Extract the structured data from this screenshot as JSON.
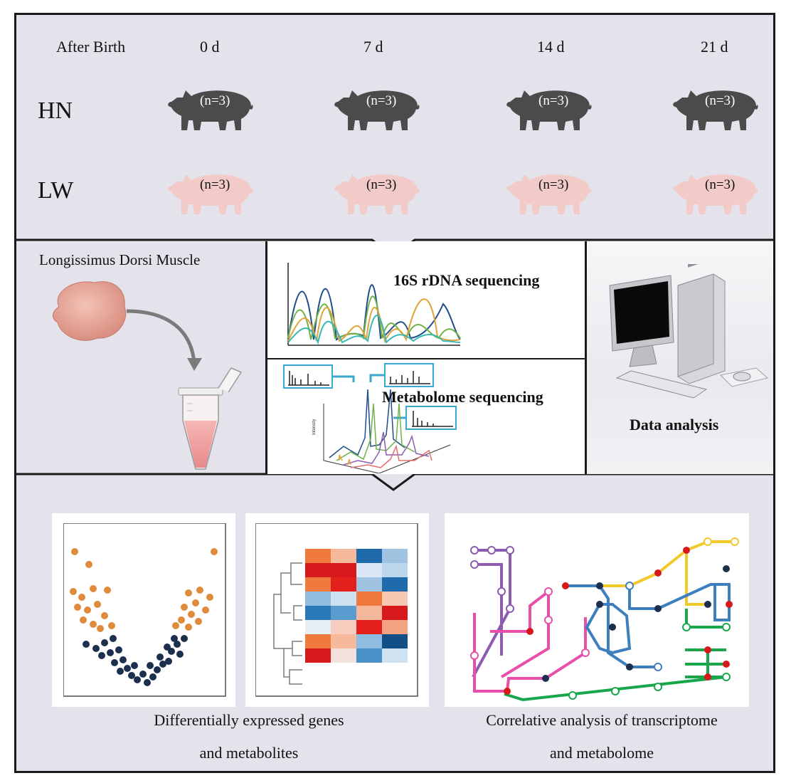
{
  "timeline": {
    "header_label": "After Birth",
    "days": [
      "0 d",
      "7 d",
      "14 d",
      "21 d"
    ]
  },
  "breeds": [
    {
      "name": "HN",
      "color": "#4d4a4b",
      "samples": [
        "(n=3)",
        "(n=3)",
        "(n=3)",
        "(n=3)"
      ]
    },
    {
      "name": "LW",
      "color": "#f2cbc8",
      "samples": [
        "(n=3)",
        "(n=3)",
        "(n=3)",
        "(n=3)"
      ]
    }
  ],
  "sampling": {
    "tissue_label": "Longissimus Dorsi Muscle"
  },
  "sequencing": {
    "rdna_label": "16S rDNA sequencing",
    "metabolome_label": "Metabolome sequencing",
    "axis_label": "Intensity"
  },
  "analysis": {
    "data_label": "Data analysis"
  },
  "results": {
    "deg_label_line1": "Differentially expressed genes",
    "deg_label_line2": "and metabolites",
    "corr_label_line1": "Correlative analysis of transcriptome",
    "corr_label_line2": "and metabolome"
  },
  "colors": {
    "background": "#e4e3ec",
    "accent_cyan": "#3aa9cf",
    "dot_orange": "#e08a3c",
    "dot_navy": "#1c2f4f"
  }
}
